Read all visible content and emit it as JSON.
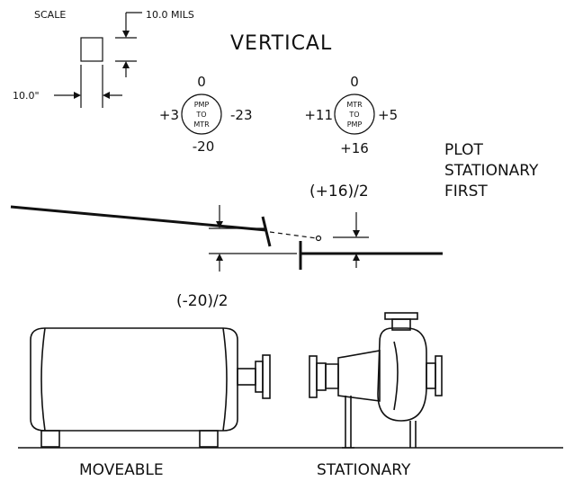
{
  "scale": {
    "title": "SCALE",
    "vertical_label": "10.0 MILS",
    "horizontal_label": "10.0\""
  },
  "heading": "VERTICAL",
  "dial_left": {
    "line1": "PMP",
    "line2": "TO",
    "line3": "MTR",
    "top": "0",
    "left": "+3",
    "right": "-23",
    "bottom": "-20"
  },
  "dial_right": {
    "line1": "MTR",
    "line2": "TO",
    "line3": "PMP",
    "top": "0",
    "left": "+11",
    "right": "+5",
    "bottom": "+16"
  },
  "note": {
    "line1": "PLOT",
    "line2": "STATIONARY",
    "line3": "FIRST"
  },
  "offset_stationary": "(+16)/2",
  "offset_moveable": "(-20)/2",
  "labels": {
    "moveable": "MOVEABLE",
    "stationary": "STATIONARY"
  }
}
